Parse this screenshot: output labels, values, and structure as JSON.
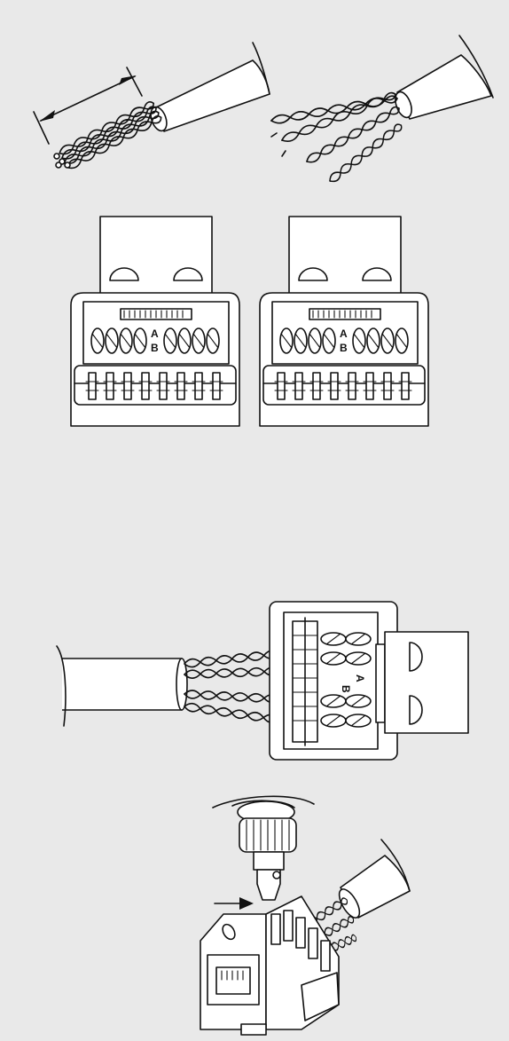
{
  "panels": {
    "strip": {},
    "untwist": {},
    "jack_left": {
      "label_a": "A",
      "label_b": "B"
    },
    "jack_right": {
      "label_a": "A",
      "label_b": "B"
    },
    "wired": {
      "label_a": "A",
      "label_b": "B"
    },
    "punchdown": {}
  },
  "colors": {
    "background": "#e9e9e9",
    "line": "#111111",
    "fill": "#ffffff"
  }
}
